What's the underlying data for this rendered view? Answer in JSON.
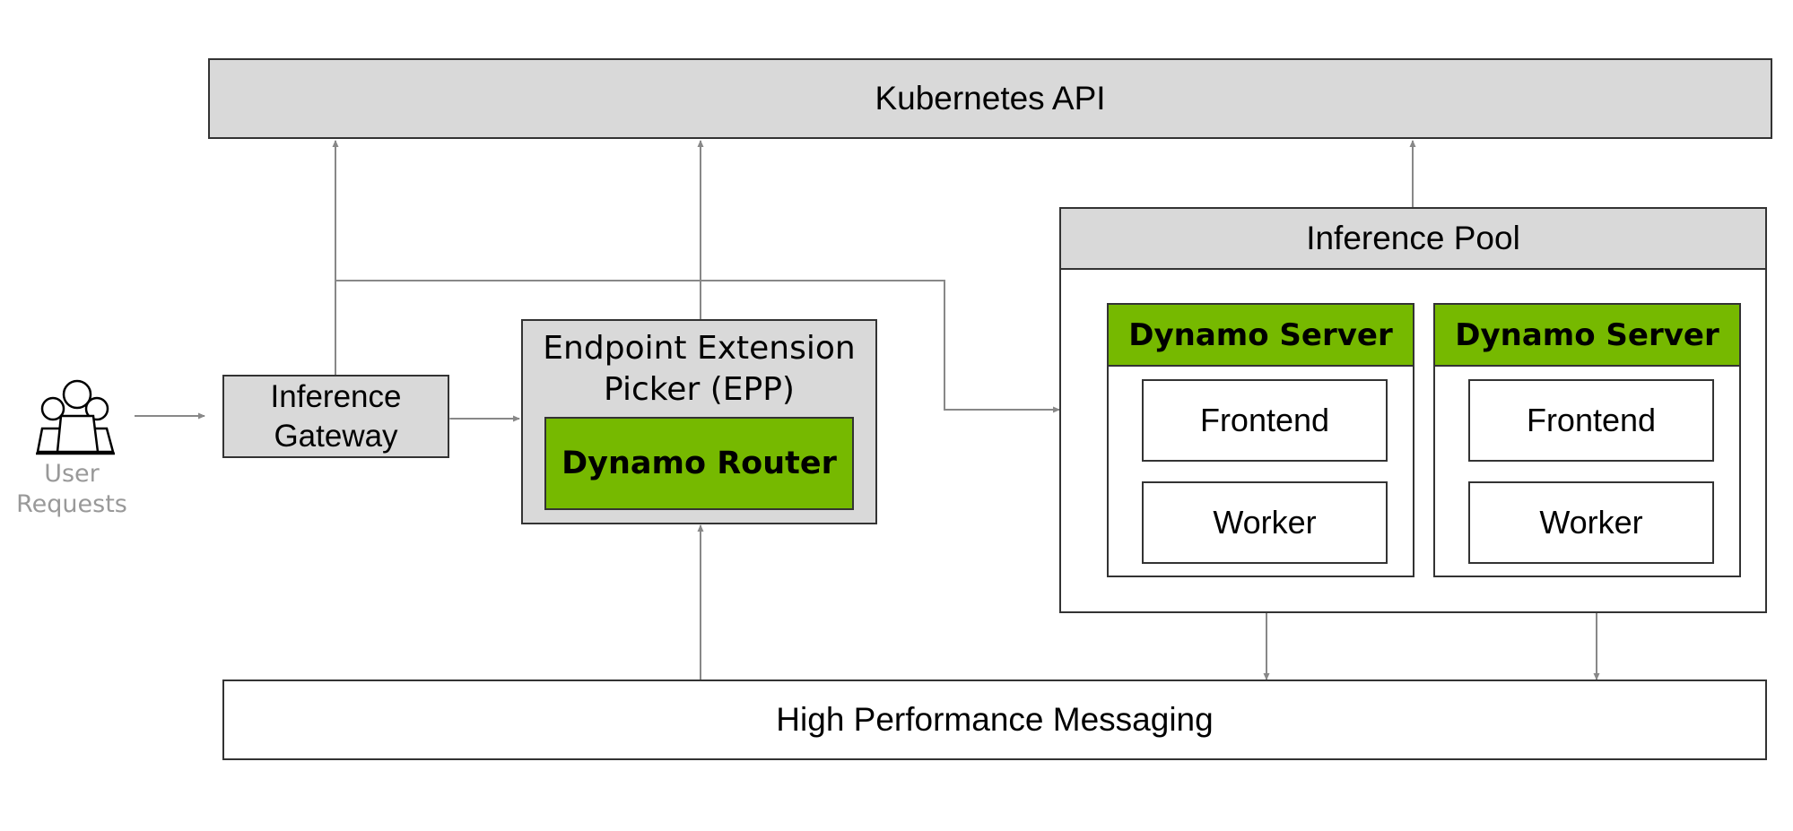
{
  "kubernetes_api": "Kubernetes API",
  "inference_gateway": {
    "line1": "Inference",
    "line2": "Gateway"
  },
  "epp": {
    "line1": "Endpoint Extension",
    "line2": "Picker (EPP)",
    "router": "Dynamo Router"
  },
  "inference_pool": {
    "title": "Inference Pool",
    "servers": [
      {
        "title": "Dynamo Server",
        "frontend": "Frontend",
        "worker": "Worker"
      },
      {
        "title": "Dynamo Server",
        "frontend": "Frontend",
        "worker": "Worker"
      }
    ]
  },
  "messaging": "High Performance Messaging",
  "user": {
    "line1": "User",
    "line2": "Requests"
  },
  "colors": {
    "gray_fill": "#d9d9d9",
    "green_fill": "#76b900",
    "arrow": "#888888",
    "user_text": "#999999"
  }
}
